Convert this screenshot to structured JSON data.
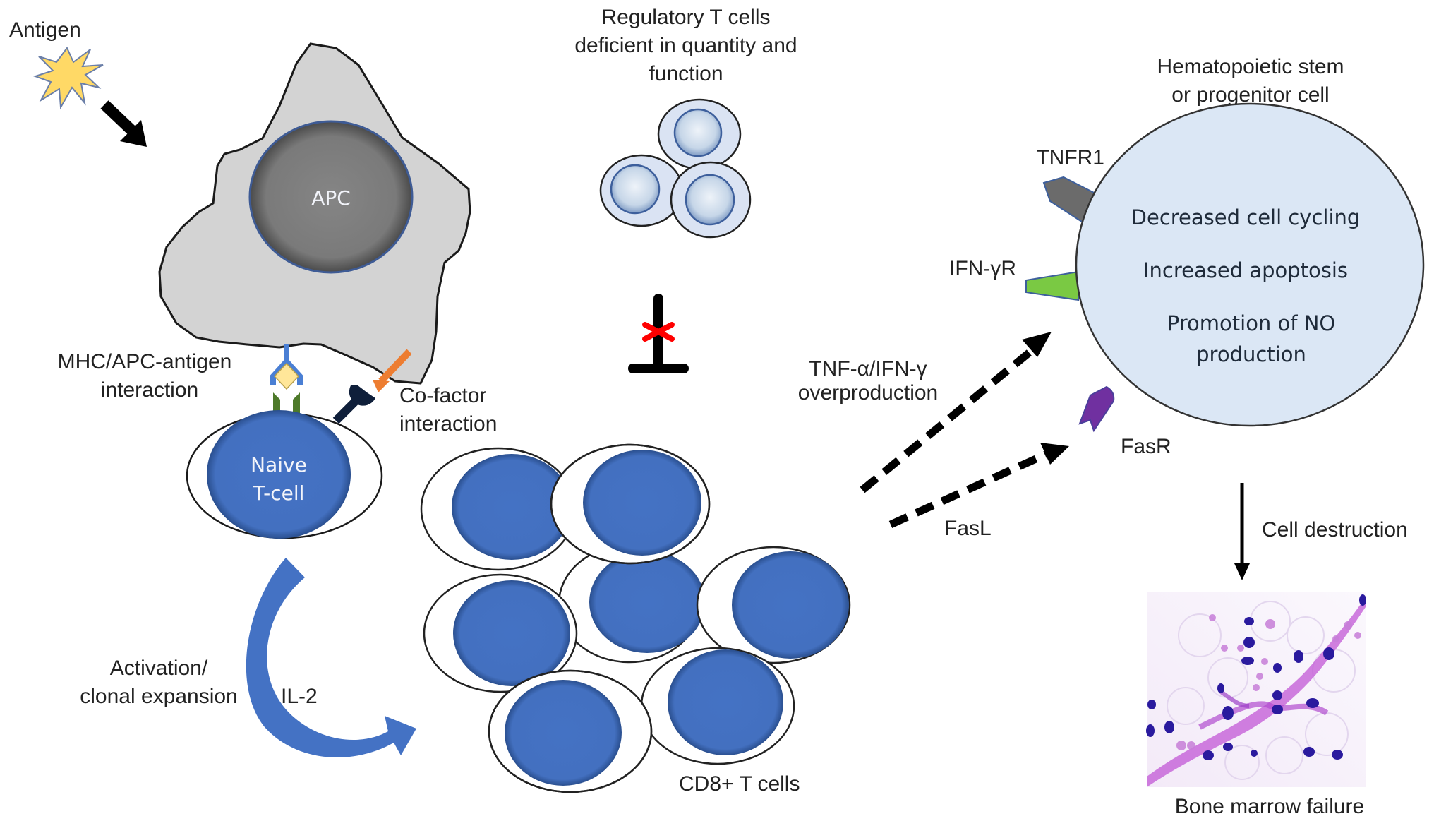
{
  "figure": {
    "antigen": {
      "label": "Antigen",
      "icon": "starburst-icon"
    },
    "apc": {
      "label": "APC"
    },
    "naive_t_cell": {
      "line1": "Naive",
      "line2": "T-cell"
    },
    "mhc_interaction": {
      "line1": "MHC/APC-antigen",
      "line2": "interaction"
    },
    "cofactor_interaction": {
      "line1": "Co-factor",
      "line2": "interaction"
    },
    "regulatory_t_cells": {
      "line1": "Regulatory T cells",
      "line2": "deficient in quantity and",
      "line3": "function",
      "cell_count": 3
    },
    "inhibition": {
      "icon": "blocked-inhibition-icon"
    },
    "activation": {
      "line1": "Activation/",
      "line2": "clonal expansion",
      "cytokine": "IL-2"
    },
    "cd8_cells": {
      "label": "CD8+ T cells",
      "cell_count": 7
    },
    "cytokine_arrow": {
      "line1": "TNF-α/IFN-γ",
      "line2": "overproduction"
    },
    "fas_arrow": {
      "label": "FasL"
    },
    "hsc": {
      "line1": "Hematopoietic stem",
      "line2": "or progenitor cell",
      "effects": [
        "Decreased cell cycling",
        "Increased apoptosis",
        "Promotion of NO",
        "production"
      ]
    },
    "receptors": {
      "tnfr1": "TNFR1",
      "ifngr": "IFN-γR",
      "fasr": "FasR"
    },
    "destruction": {
      "label": "Cell destruction"
    },
    "outcome": {
      "label": "Bone marrow failure"
    }
  },
  "colors": {
    "apc_cytoplasm": "#d3d3d3",
    "apc_nucleus": "#7f7f7f",
    "t_cell_blue": "#4472c4",
    "treg_fill": "#dae3f3",
    "hsc_fill": "#dbe7f5",
    "tnfr1": "#6b6b6b",
    "ifngr": "#7ac943",
    "fasr": "#7030a0",
    "mhc_blue": "#4a7fd4",
    "tcr_green": "#4e7a2a",
    "antigen_yellow": "#ffd966",
    "costim_orange": "#ed7d31",
    "costim_navy": "#0f1f3a",
    "inhibit_red": "#ff0000"
  }
}
